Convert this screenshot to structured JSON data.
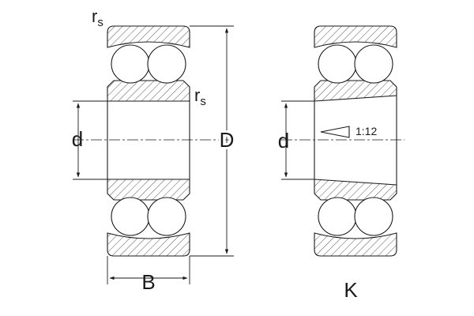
{
  "left_view": {
    "labels": {
      "rs_top": "r",
      "rs_inner": "r",
      "rs_subscript": "s",
      "bore": "d",
      "outer_diameter": "D",
      "width": "B"
    }
  },
  "right_view": {
    "labels": {
      "bore": "d",
      "taper": "1:12",
      "variant": "K"
    }
  },
  "colors": {
    "line": "#1a1a1a",
    "hatch": "#444444",
    "background": "#ffffff"
  }
}
